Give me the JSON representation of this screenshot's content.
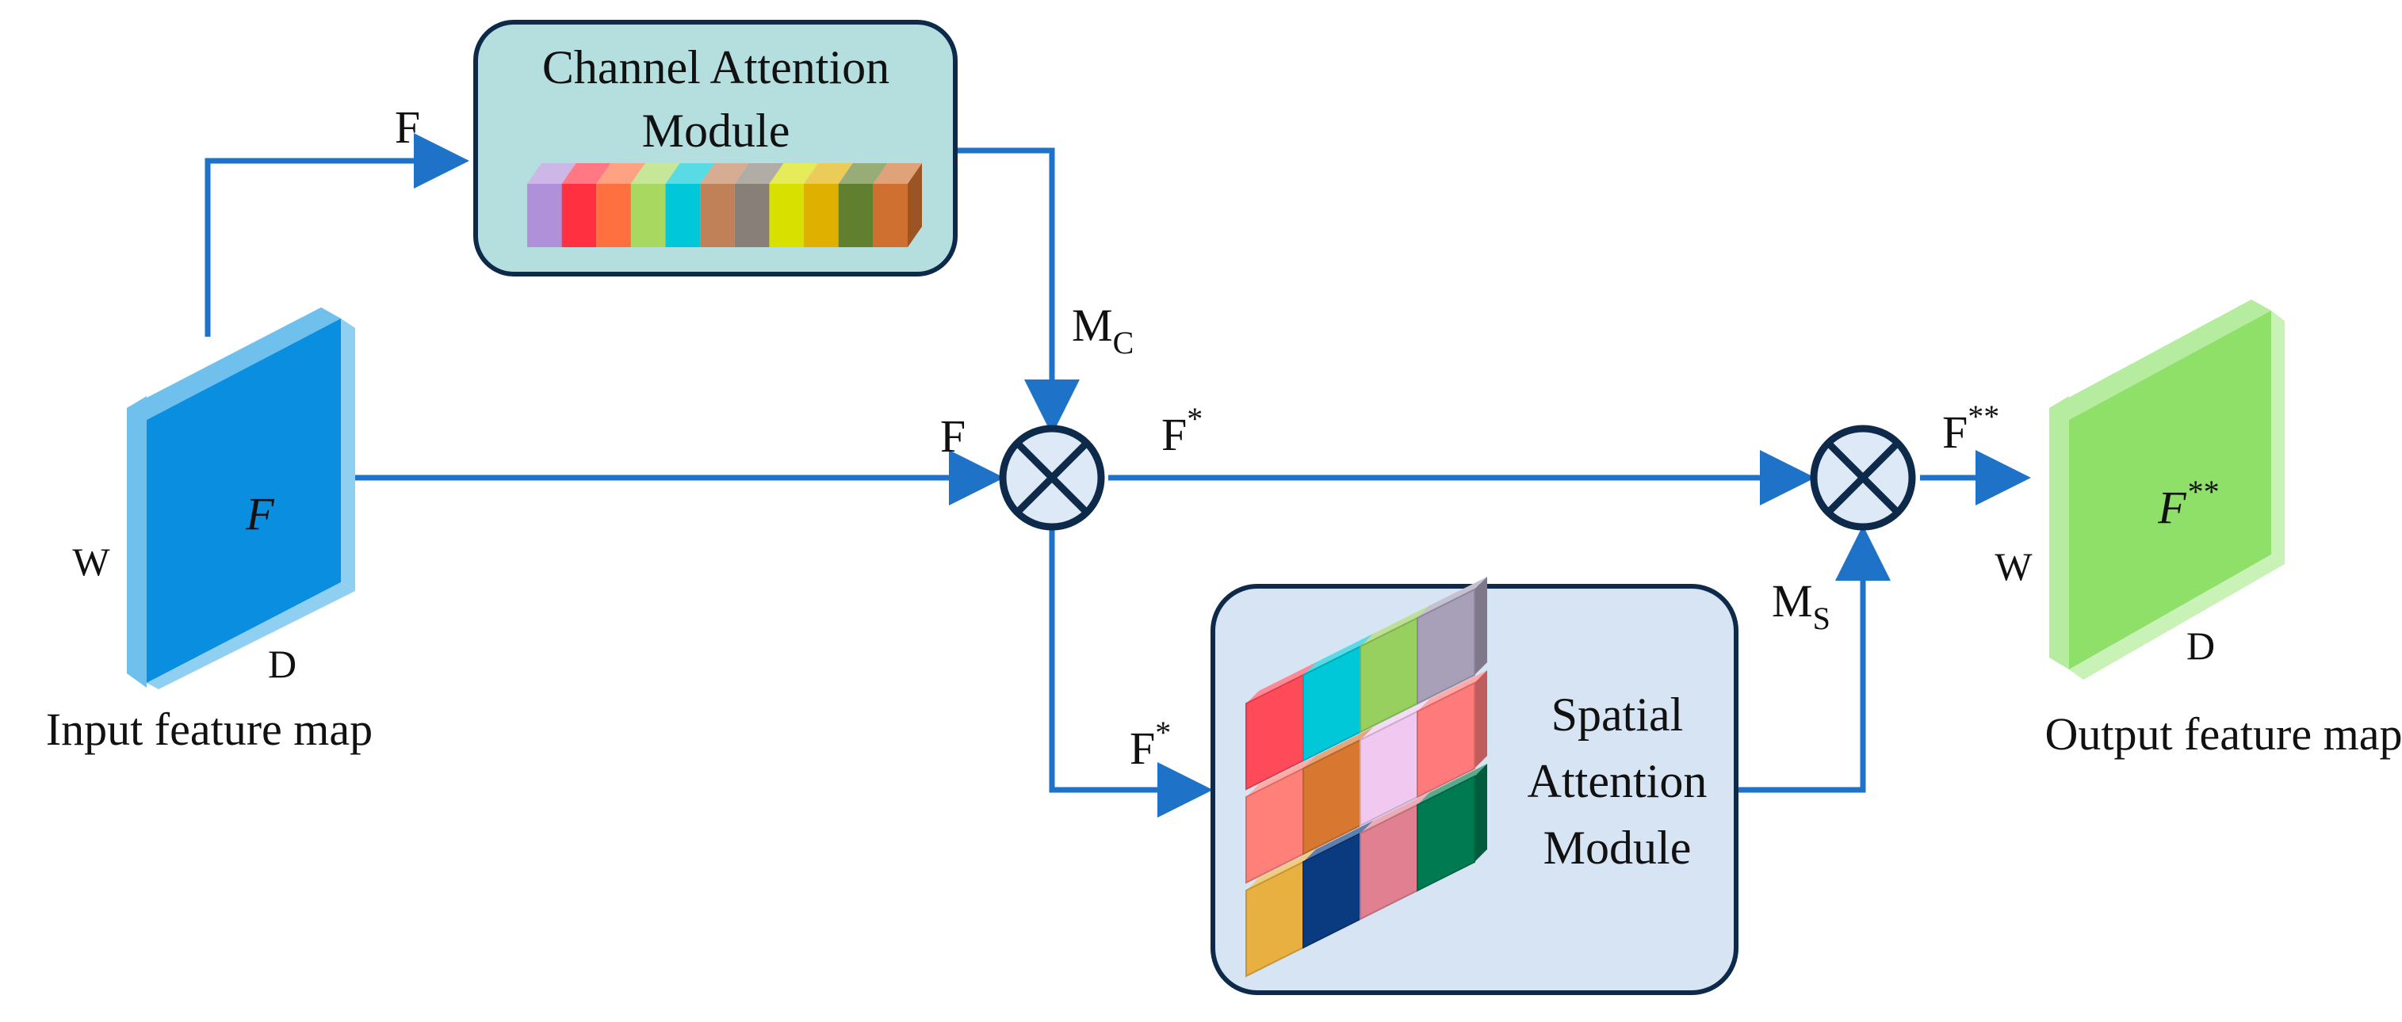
{
  "colors": {
    "arrow": "#1e73c8",
    "input_map_front": "#0a8ee0",
    "input_map_side": "#6fc0ec",
    "output_map_front": "#8ee068",
    "output_map_side": "#b6eca0",
    "channel_box_fill": "#b5dede",
    "spatial_box_fill": "#d6e4f4",
    "box_stroke": "#0d2a4a",
    "operator_fill": "#dde9f6",
    "operator_stroke": "#0d2a4a"
  },
  "icons": {
    "operator": "circled-times-icon",
    "input_map": "feature-map-slab-icon",
    "output_map": "feature-map-slab-icon",
    "channel_strip": "channel-strip-icon",
    "spatial_grid": "spatial-grid-icon"
  },
  "input_map": {
    "caption": "Input feature map",
    "center_label": "F",
    "width_label": "W",
    "depth_label": "D"
  },
  "output_map": {
    "caption": "Output feature map",
    "center_base": "F",
    "center_sup": "**",
    "width_label": "W",
    "depth_label": "D"
  },
  "channel_module": {
    "title_line1": "Channel Attention",
    "title_line2": "Module",
    "channel_colors": [
      "#b090d8",
      "#ff3040",
      "#ff7040",
      "#a8d860",
      "#00c8d8",
      "#c08058",
      "#888078",
      "#d8e000",
      "#e0b000",
      "#608030",
      "#d07030"
    ]
  },
  "spatial_module": {
    "title_line1": "Spatial",
    "title_line2": "Attention",
    "title_line3": "Module",
    "grid_colors": [
      [
        "#ff4a5a",
        "#00c8d8",
        "#98d060",
        "#a8a0b8"
      ],
      [
        "#ff8078",
        "#d87830",
        "#f0c8f0",
        "#ff7a7a"
      ],
      [
        "#e8b040",
        "#0a3a80",
        "#e08090",
        "#007a50"
      ]
    ]
  },
  "labels": {
    "f_to_channel": "F",
    "mc_base": "M",
    "mc_sub": "C",
    "f_into_op1": "F",
    "fstar_base": "F",
    "fstar_sup": "*",
    "fstar_spatial_base": "F",
    "fstar_spatial_sup": "*",
    "ms_base": "M",
    "ms_sub": "S",
    "fss_base": "F",
    "fss_sup": "**"
  }
}
